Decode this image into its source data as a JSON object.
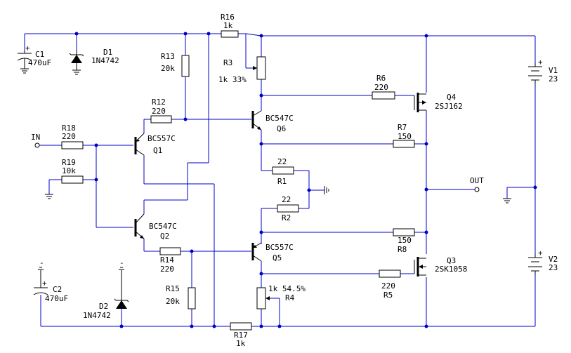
{
  "components": {
    "C1": {
      "name": "C1",
      "value": "470uF",
      "pol": "+"
    },
    "C2": {
      "name": "C2",
      "value": "470uF",
      "pol": "+",
      "gnd": "-"
    },
    "D1": {
      "name": "D1",
      "value": "1N4742"
    },
    "D2": {
      "name": "D2",
      "value": "1N4742",
      "gnd": "-"
    },
    "R1": {
      "name": "R1",
      "value": "22"
    },
    "R2": {
      "name": "R2",
      "value": "22"
    },
    "R3": {
      "name": "R3",
      "value": "1k 33%"
    },
    "R4": {
      "name": "R4",
      "value": "1k 54.5%"
    },
    "R5": {
      "name": "R5",
      "value": "220"
    },
    "R6": {
      "name": "R6",
      "value": "220"
    },
    "R7": {
      "name": "R7",
      "value": "150"
    },
    "R8": {
      "name": "R8",
      "value": "150"
    },
    "R12": {
      "name": "R12",
      "value": "220"
    },
    "R13": {
      "name": "R13",
      "value": "20k"
    },
    "R14": {
      "name": "R14",
      "value": "220"
    },
    "R15": {
      "name": "R15",
      "value": "20k"
    },
    "R16": {
      "name": "R16",
      "value": "1k"
    },
    "R17": {
      "name": "R17",
      "value": "1k"
    },
    "R18": {
      "name": "R18",
      "value": "220"
    },
    "R19": {
      "name": "R19",
      "value": "10k"
    },
    "Q1": {
      "name": "Q1",
      "value": "BC557C"
    },
    "Q2": {
      "name": "Q2",
      "value": "BC547C"
    },
    "Q3": {
      "name": "Q3",
      "value": "2SK1058"
    },
    "Q4": {
      "name": "Q4",
      "value": "2SJ162"
    },
    "Q5": {
      "name": "Q5",
      "value": "BC557C"
    },
    "Q6": {
      "name": "Q6",
      "value": "BC547C"
    },
    "V1": {
      "name": "V1",
      "value": "23",
      "pol": "+"
    },
    "V2": {
      "name": "V2",
      "value": "23",
      "pol": "+"
    }
  },
  "ports": {
    "in": "IN",
    "out": "OUT"
  }
}
